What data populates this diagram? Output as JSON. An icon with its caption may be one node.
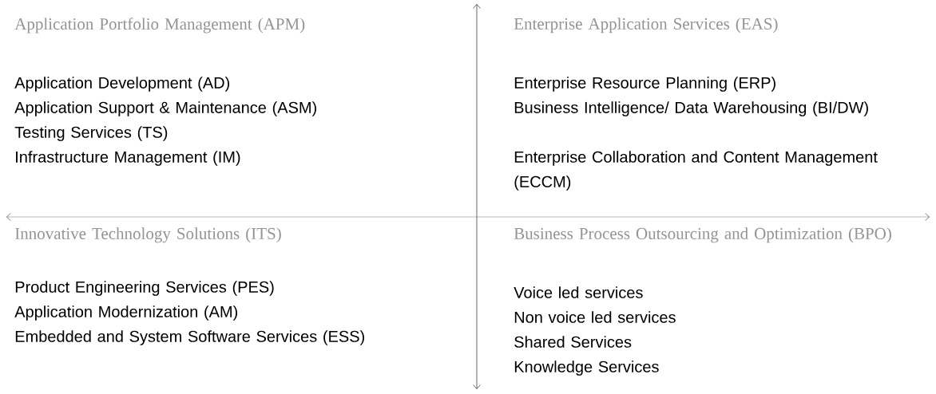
{
  "diagram": {
    "labels": [
      "Application Portfolio Management (APM)",
      "Application Development (AD)",
      "Application Support & Maintenance (ASM)",
      "Testing Services (TS)",
      "Infrastructure Management (IM)",
      "Enterprise Application Services (EAS)",
      "Enterprise Resource Planning (ERP)",
      "Business Intelligence/ Data Warehousing (BI/DW)",
      "Enterprise Collaboration and Content Management (ECCM)",
      "Innovative Technology Solutions (ITS)",
      "Product Engineering Services (PES)",
      "Application Modernization (AM)",
      "Embedded and System Software Services (ESS)",
      "Business Process Outsourcing and Optimization (BPO)",
      "Voice led services",
      "Non voice led services",
      "Shared Services",
      "Knowledge Services"
    ]
  }
}
